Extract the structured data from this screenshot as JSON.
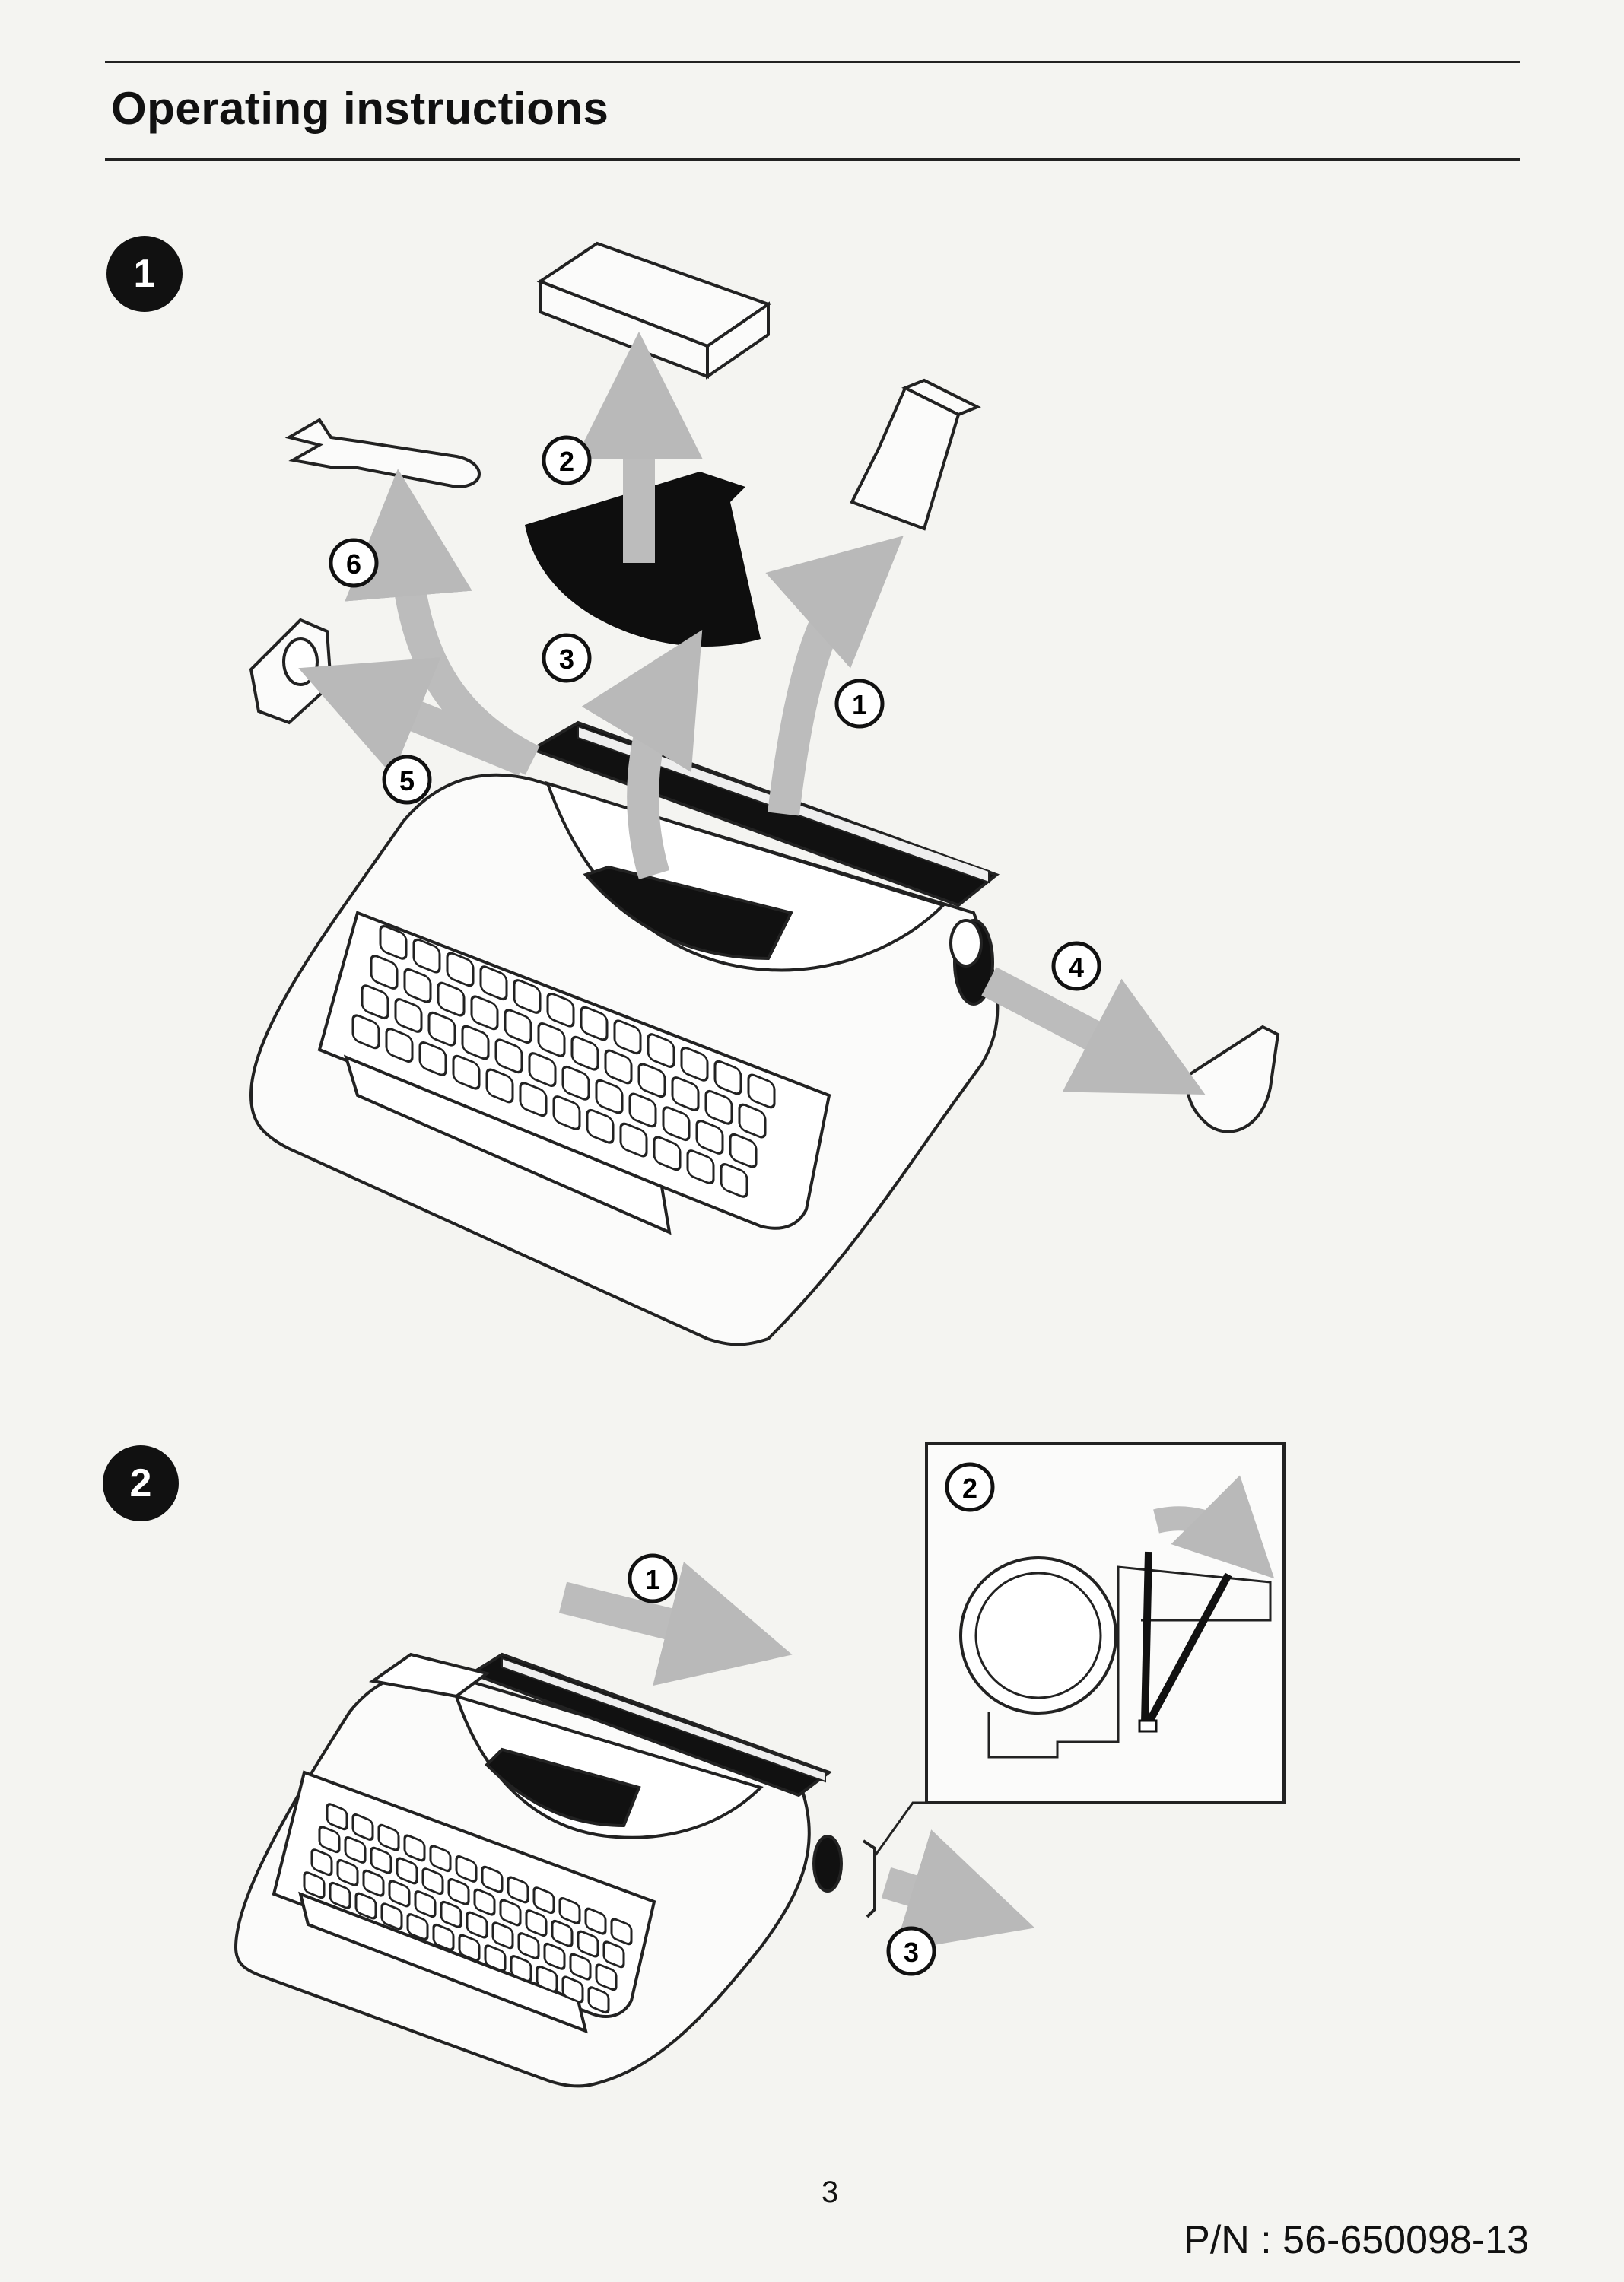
{
  "header": {
    "title": "Operating instructions"
  },
  "steps": [
    {
      "badge": "1",
      "callouts": [
        "1",
        "2",
        "3",
        "4",
        "5",
        "6"
      ]
    },
    {
      "badge": "2",
      "callouts": [
        "1",
        "2",
        "3"
      ]
    }
  ],
  "footer": {
    "page_number": "3",
    "part_number": "P/N : 56-650098-13"
  }
}
